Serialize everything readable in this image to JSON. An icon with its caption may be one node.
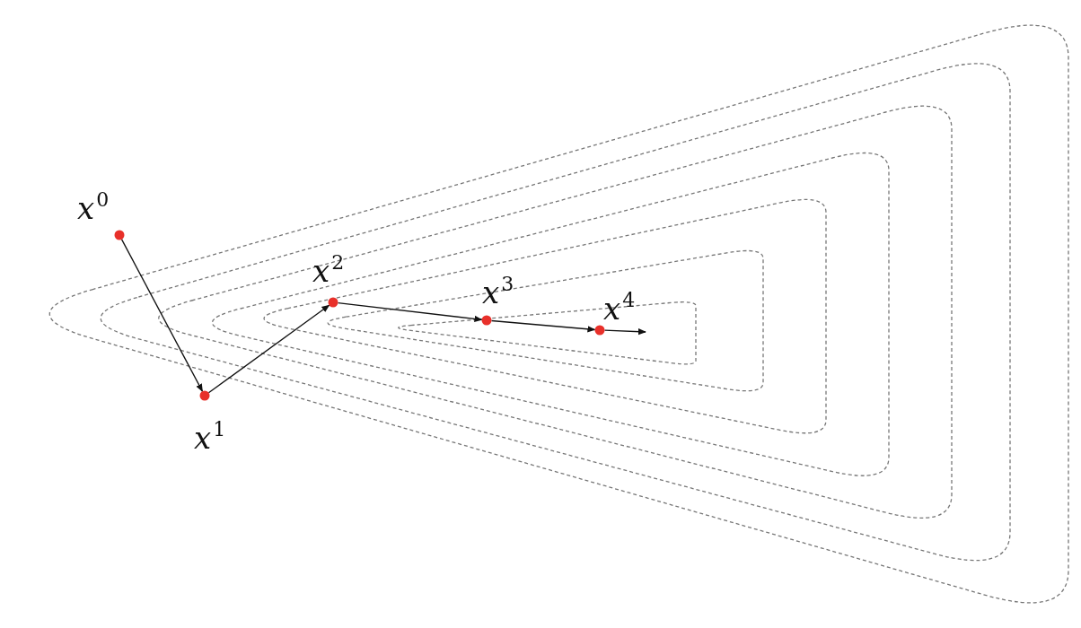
{
  "diagram": {
    "nodes": [
      {
        "text": [],
        "shape": "circle",
        "beside": [
          "x$^{0}$"
        ]
      },
      {
        "text": [],
        "shape": "circle",
        "beside": [
          "x$^{1}$"
        ]
      },
      {
        "text": [],
        "shape": "circle",
        "beside": [
          "x$^{2}$"
        ]
      },
      {
        "text": [],
        "shape": "circle",
        "beside": [
          "x$^{3}$"
        ]
      },
      {
        "text": [],
        "shape": "circle",
        "beside": [
          "x$^{4}$"
        ]
      }
    ],
    "edges": [
      {
        "from": 0,
        "to": 1,
        "arrow": "to"
      },
      {
        "from": 1,
        "to": 2,
        "arrow": "to"
      },
      {
        "from": 2,
        "to": 3,
        "arrow": "to"
      },
      {
        "from": 3,
        "to": 4,
        "arrow": "to"
      },
      {
        "from": 4,
        "to": null,
        "arrow": "to"
      }
    ]
  }
}
